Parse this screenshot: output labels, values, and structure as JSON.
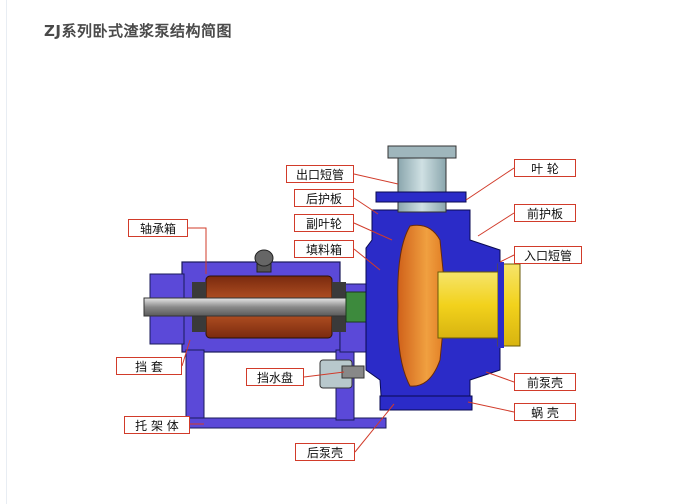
{
  "title": "ZJ系列卧式渣浆泵结构简图",
  "labels": {
    "outlet_pipe": "出口短管",
    "rear_guard": "后护板",
    "aux_impeller": "副叶轮",
    "packing_box": "填料箱",
    "bearing_box": "轴承箱",
    "sleeve": "挡 套",
    "water_guard": "挡水盘",
    "bracket": "托 架 体",
    "rear_casing": "后泵壳",
    "impeller": "叶 轮",
    "front_guard": "前护板",
    "inlet_pipe": "入口短管",
    "front_casing": "前泵壳",
    "volute": "蜗 壳"
  },
  "colors": {
    "frame": "#5b49d8",
    "casing": "#2b2bc8",
    "bearing": "#b04a1e",
    "impeller": "#e8862a",
    "inlet": "#f2d21c",
    "pipe": "#a9c0c6",
    "leader": "#d13b2a"
  }
}
